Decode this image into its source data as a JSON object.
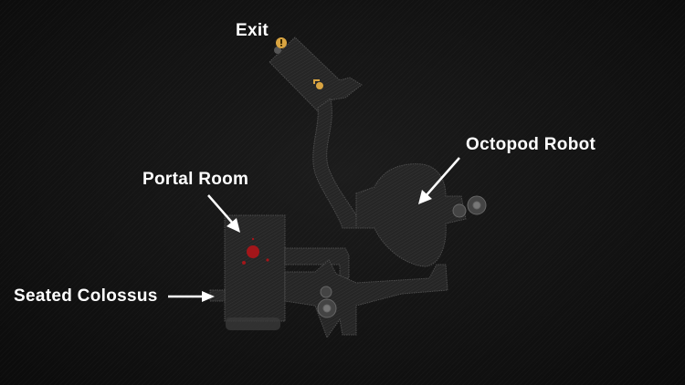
{
  "map": {
    "labels": {
      "exit": "Exit",
      "octopod_robot": "Octopod Robot",
      "portal_room": "Portal Room",
      "seated_colossus": "Seated Colossus"
    },
    "icons": {
      "exit_marker": "exclamation-marker-icon",
      "key_item": "key-item-icon",
      "blood_marker": "blood-splatter-icon"
    },
    "colors": {
      "room_fill": "#2a2a2a",
      "room_outline": "#4a4a4a",
      "marker_gold": "#d9a441",
      "blood_red": "#a3161a",
      "label": "#ffffff"
    }
  }
}
